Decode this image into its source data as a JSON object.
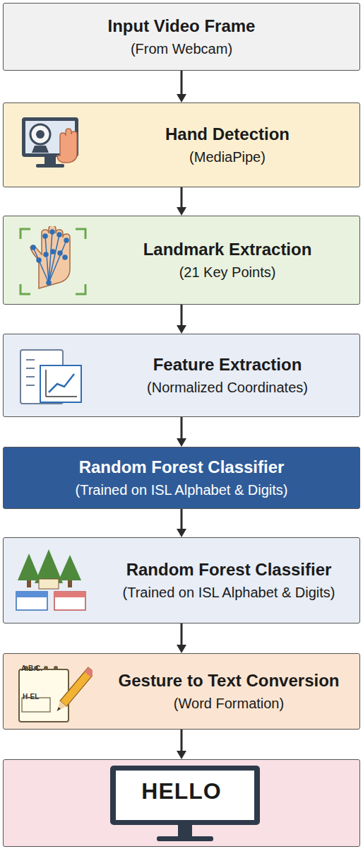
{
  "diagram": {
    "nodes": [
      {
        "text": [
          "Input Video Frame",
          "(From Webcam)"
        ]
      },
      {
        "text": [
          "Hand Detection",
          "(MediaPipe)"
        ]
      },
      {
        "text": [
          "Landmark Extraction",
          "(21 Key Points)"
        ]
      },
      {
        "text": [
          "Feature Extraction",
          "(Normalized Coordinates)"
        ]
      },
      {
        "text": [
          "Random Forest Classifier",
          "(Trained on ISL Alphabet & Digits)"
        ]
      },
      {
        "text": [
          "Random Forest Classifier",
          "(Trained on ISL Alphabet & Digits)"
        ]
      },
      {
        "text": [
          "Gesture to Text Conversion",
          "(Word Formation)"
        ]
      },
      {
        "text": [
          "HELLO"
        ]
      }
    ],
    "edges": [
      {
        "from": 0,
        "to": 1,
        "arrow": "to"
      },
      {
        "from": 1,
        "to": 2,
        "arrow": "to"
      },
      {
        "from": 2,
        "to": 3,
        "arrow": "to"
      },
      {
        "from": 3,
        "to": 4,
        "arrow": "to"
      },
      {
        "from": 4,
        "to": 5,
        "arrow": "to"
      },
      {
        "from": 5,
        "to": 6,
        "arrow": "to"
      },
      {
        "from": 6,
        "to": 7,
        "arrow": "to"
      }
    ],
    "labels": [
      "A.B.C.",
      "H-EL"
    ]
  }
}
